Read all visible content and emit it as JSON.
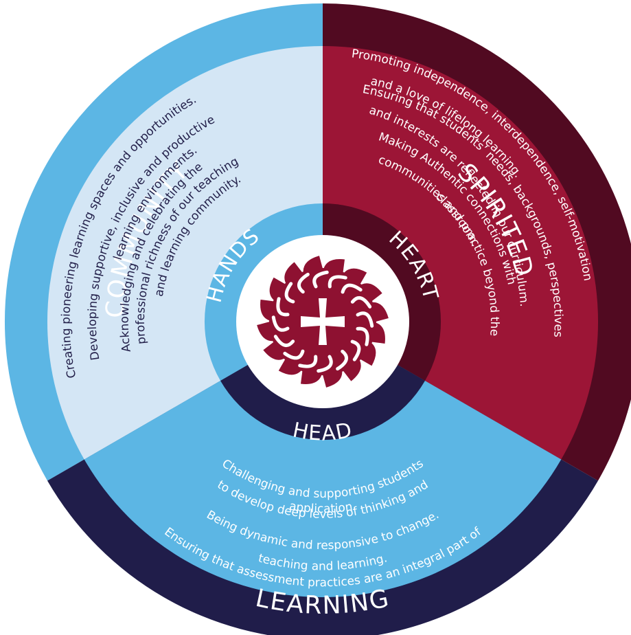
{
  "colors": {
    "community_outer": "#5cb6e4",
    "community_inner": "#d4e6f5",
    "spirited_outer": "#510a21",
    "spirited_inner": "#9c1536",
    "learning_outer": "#201d4a",
    "learning_inner": "#5cb6e4",
    "hands_ring": "#5cb6e4",
    "heart_ring": "#510a21",
    "head_ring": "#201d4a",
    "emblem": "#8e1131"
  },
  "sections": {
    "community": {
      "title": "COMMUNITY",
      "inner": "HANDS",
      "lines": [
        "Creating pioneering learning spaces and opportunities.",
        "Developing supportive, inclusive and productive",
        "learning environments.",
        "Acknowledging and celebrating the",
        "professional richness of our teaching",
        "and learning community."
      ]
    },
    "spirited": {
      "title": "SPIRITED",
      "inner": "HEART",
      "lines": [
        "Promoting independence, interdependence, self-motivation",
        "and a love of lifelong learning.",
        "Ensuring that students’ needs, backgrounds, perspectives",
        "and interests are reflected in our curriculum.",
        "Making Authentic connections with",
        "communities and practice beyond the",
        "classroom."
      ]
    },
    "learning": {
      "title": "LEARNING",
      "inner": "HEAD",
      "lines": [
        "Challenging and supporting students",
        "to develop deep levels of thinking and",
        "application.",
        "Being dynamic and responsive to change.",
        "Ensuring that assessment practices are an integral part of",
        "teaching and learning."
      ]
    }
  },
  "emblem": {
    "icon": "sun-cross-icon"
  }
}
